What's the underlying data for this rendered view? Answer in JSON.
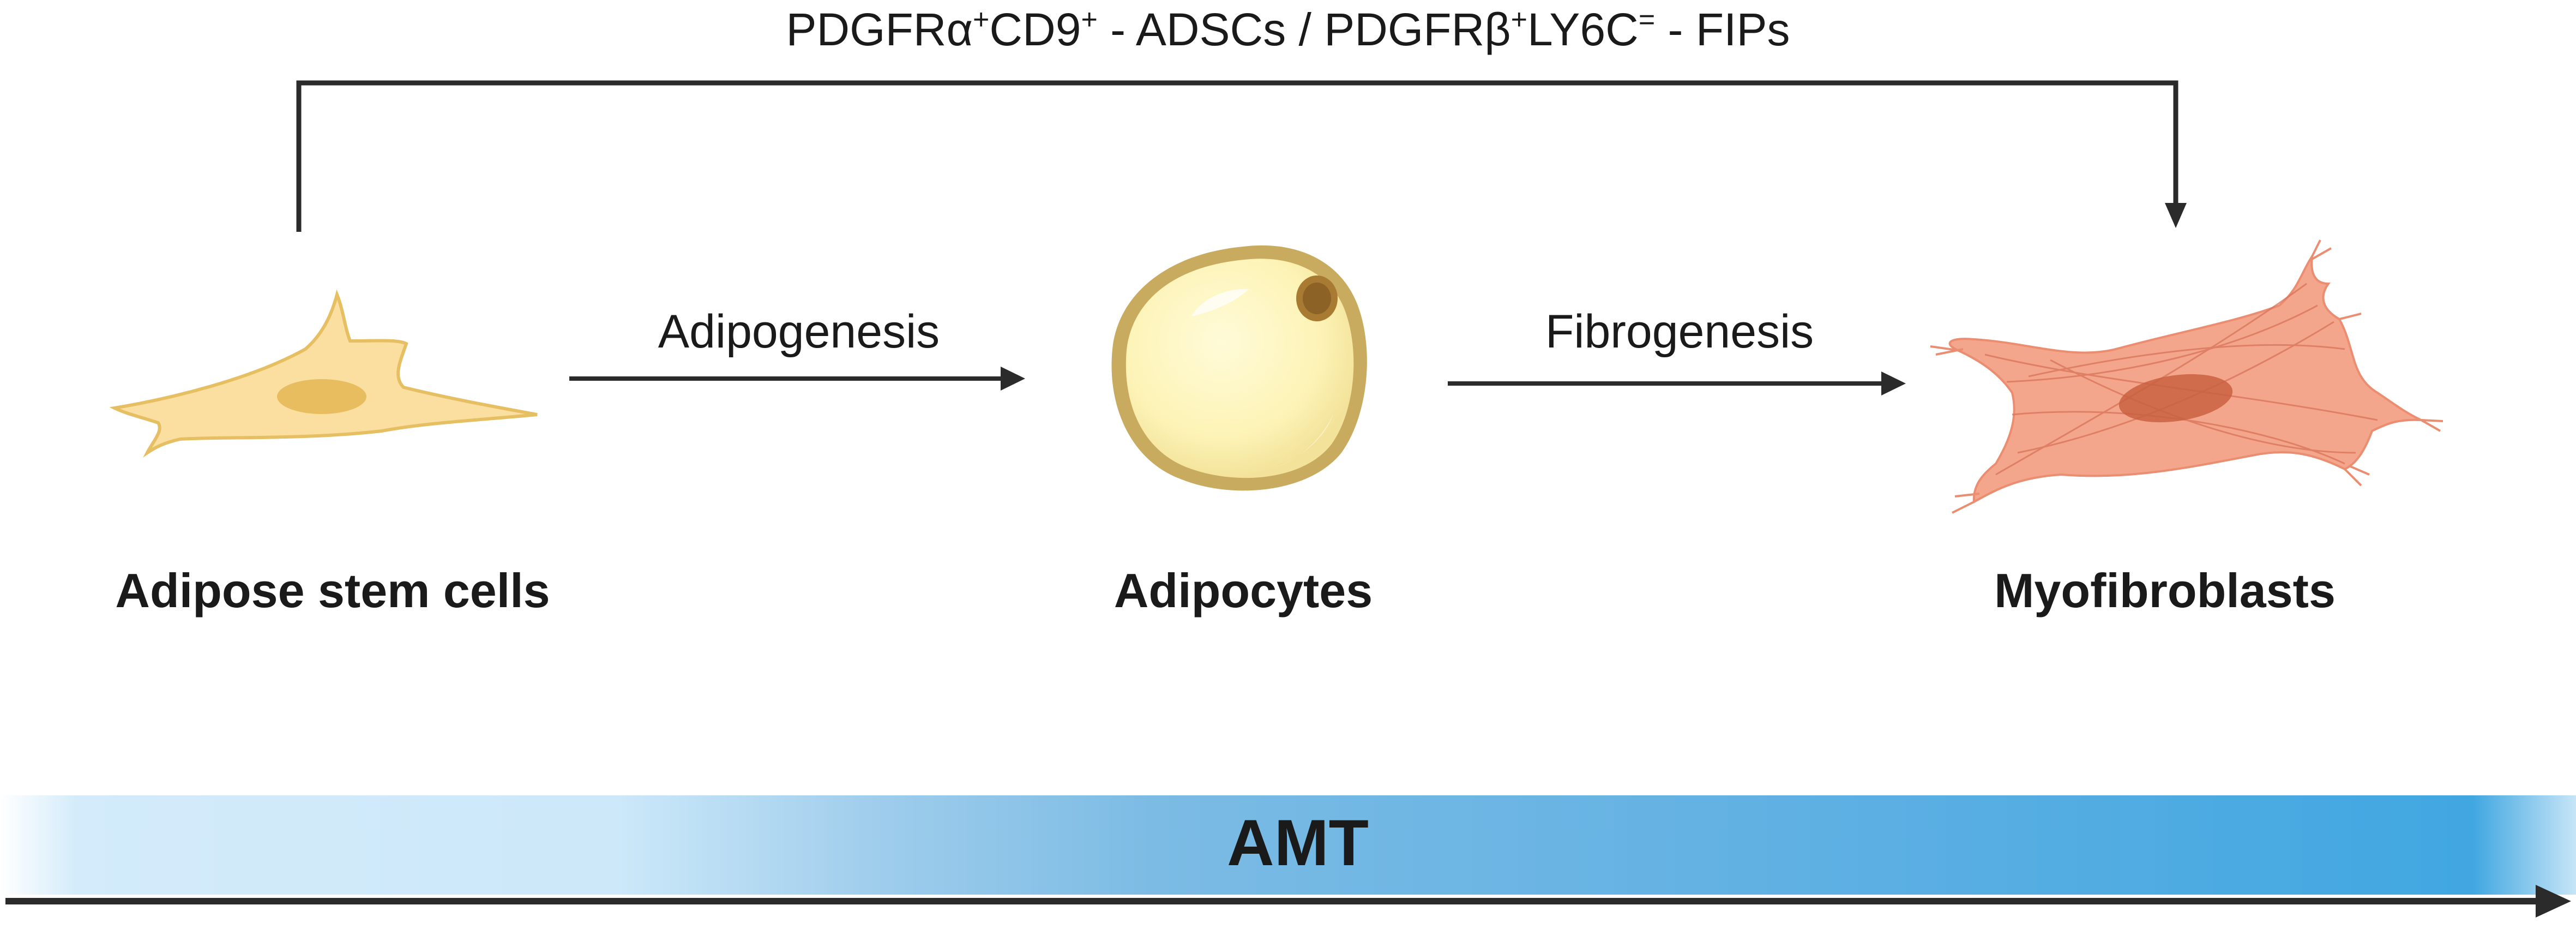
{
  "top_pathway": {
    "part1": "PDGFRα",
    "sup1": "+",
    "part2": "CD9",
    "sup2": "+",
    "part3": " - ADSCs / PDGFRβ",
    "sup3": "+",
    "part4": "LY6C",
    "sup4": "=",
    "part5": " - FIPs"
  },
  "processes": {
    "adipogenesis": "Adipogenesis",
    "fibrogenesis": "Fibrogenesis"
  },
  "cells": {
    "adipose_stem_cells": "Adipose stem cells",
    "adipocytes": "Adipocytes",
    "myofibroblasts": "Myofibroblasts"
  },
  "transition_bar": {
    "label": "AMT"
  },
  "colors": {
    "stem_cell_fill": "#fbdfa0",
    "stem_cell_nucleus": "#e8bd5f",
    "adipocyte_fill": "#fdf3b6",
    "adipocyte_rim": "#c9ab60",
    "myofibroblast_fill": "#f4a68c",
    "myofibroblast_nucleus": "#c9603f",
    "arrow": "#2b2b2b",
    "band_end": "#41a7e1"
  }
}
